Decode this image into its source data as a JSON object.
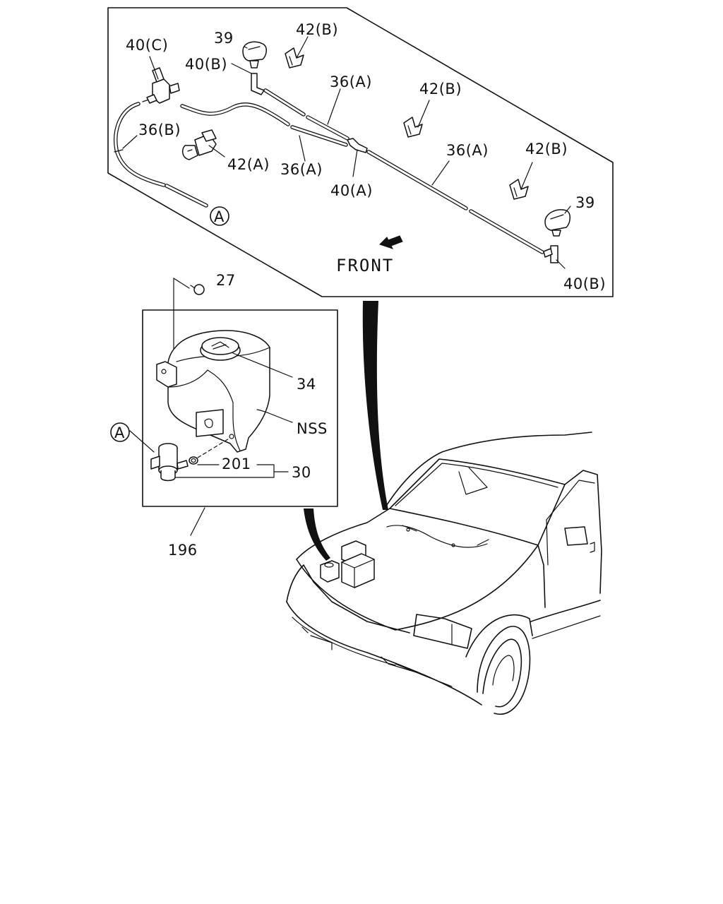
{
  "labels": {
    "p40c": "40(C)",
    "p39_top": "39",
    "p42b_top": "42(B)",
    "p40b_top": "40(B)",
    "p36a_top": "36(A)",
    "p42b_mid": "42(B)",
    "p36b": "36(B)",
    "p42a": "42(A)",
    "p36a_lower": "36(A)",
    "p40a": "40(A)",
    "p36a_right": "36(A)",
    "p42b_right": "42(B)",
    "p39_right": "39",
    "circle_a_upper": "A",
    "front": "FRONT",
    "p40b_bottom": "40(B)",
    "p27": "27",
    "p34": "34",
    "nss": "NSS",
    "circle_a_lower": "A",
    "p201": "201",
    "p30": "30",
    "p196": "196"
  },
  "icons": {
    "front_arrow": "arrow-down-left-icon"
  }
}
